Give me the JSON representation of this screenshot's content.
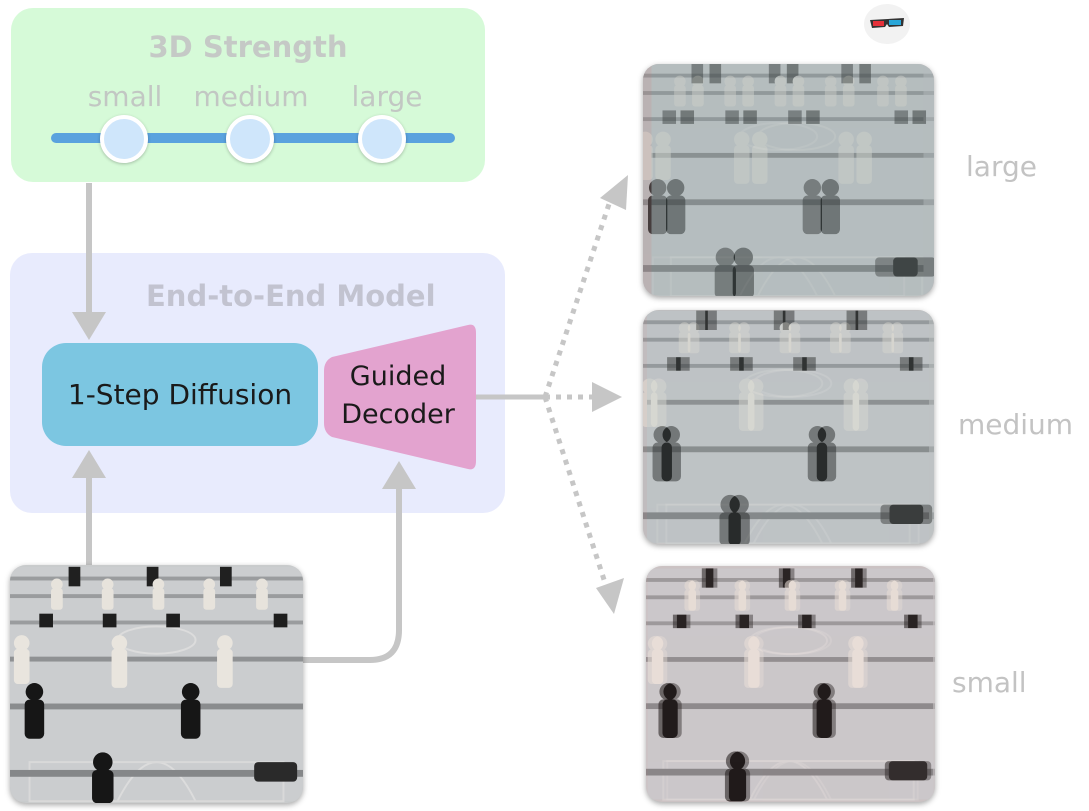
{
  "strength": {
    "title": "3D Strength",
    "levels": [
      "small",
      "medium",
      "large"
    ]
  },
  "model": {
    "title": "End-to-End Model",
    "diffusion_label": "1-Step Diffusion",
    "decoder_line1": "Guided",
    "decoder_line2": "Decoder"
  },
  "outputs": [
    {
      "label": "large"
    },
    {
      "label": "medium"
    },
    {
      "label": "small"
    }
  ],
  "icons": {
    "glasses": "anaglyph-3d-glasses-icon"
  },
  "colors": {
    "strength_panel": "#d6fad8",
    "model_panel": "#e8ebfd",
    "diffusion_box": "#7cc6e1",
    "decoder": "#e3a3cf",
    "slider_track": "#5aa2de",
    "arrow": "#c6c6c6"
  }
}
